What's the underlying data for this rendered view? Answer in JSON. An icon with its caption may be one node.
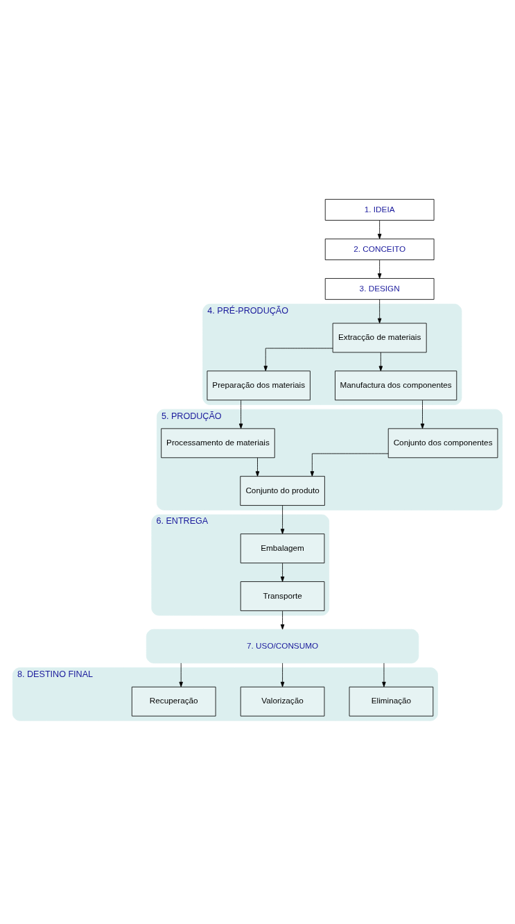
{
  "diagram": {
    "nodes": [
      {
        "text": [
          "1. IDEIA"
        ]
      },
      {
        "text": [
          "2. CONCEITO"
        ]
      },
      {
        "text": [
          "3. DESIGN"
        ]
      },
      {
        "text": [
          "4. PRÉ-PRODUÇÃO"
        ]
      },
      {
        "text": [
          "Extracção de materiais"
        ],
        "in": 3
      },
      {
        "text": [
          "Preparação dos materiais"
        ],
        "in": 3
      },
      {
        "text": [
          "Manufactura dos componentes"
        ],
        "in": 3
      },
      {
        "text": [
          "5. PRODUÇÃO"
        ]
      },
      {
        "text": [
          "Processamento de materiais"
        ],
        "in": 7
      },
      {
        "text": [
          "Conjunto dos componentes"
        ],
        "in": 7
      },
      {
        "text": [
          "Conjunto do produto"
        ],
        "in": 7
      },
      {
        "text": [
          "6. ENTREGA"
        ]
      },
      {
        "text": [
          "Embalagem"
        ],
        "in": 11
      },
      {
        "text": [
          "Transporte"
        ],
        "in": 11
      },
      {
        "text": [
          "7. USO/CONSUMO"
        ]
      },
      {
        "text": [
          "8. DESTINO FINAL"
        ]
      },
      {
        "text": [
          "Recuperação"
        ],
        "in": 15
      },
      {
        "text": [
          "Valorização"
        ],
        "in": 15
      },
      {
        "text": [
          "Eliminação"
        ],
        "in": 15
      }
    ],
    "edges": [
      {
        "from": 0,
        "to": 1,
        "arrow": "to"
      },
      {
        "from": 1,
        "to": 2,
        "arrow": "to"
      },
      {
        "from": 2,
        "to": 4,
        "arrow": "to"
      },
      {
        "from": 4,
        "to": 5,
        "arrow": "to"
      },
      {
        "from": 4,
        "to": 6,
        "arrow": "to"
      },
      {
        "from": 5,
        "to": 8,
        "arrow": "to"
      },
      {
        "from": 6,
        "to": 9,
        "arrow": "to"
      },
      {
        "from": 8,
        "to": 10,
        "arrow": "to"
      },
      {
        "from": 9,
        "to": 10,
        "arrow": "to"
      },
      {
        "from": 10,
        "to": 12,
        "arrow": "to"
      },
      {
        "from": 12,
        "to": 13,
        "arrow": "to"
      },
      {
        "from": 13,
        "to": 14,
        "arrow": "to"
      },
      {
        "from": 14,
        "to": 16,
        "arrow": "to"
      },
      {
        "from": 14,
        "to": 17,
        "arrow": "to"
      },
      {
        "from": 14,
        "to": 18,
        "arrow": "to"
      }
    ]
  }
}
